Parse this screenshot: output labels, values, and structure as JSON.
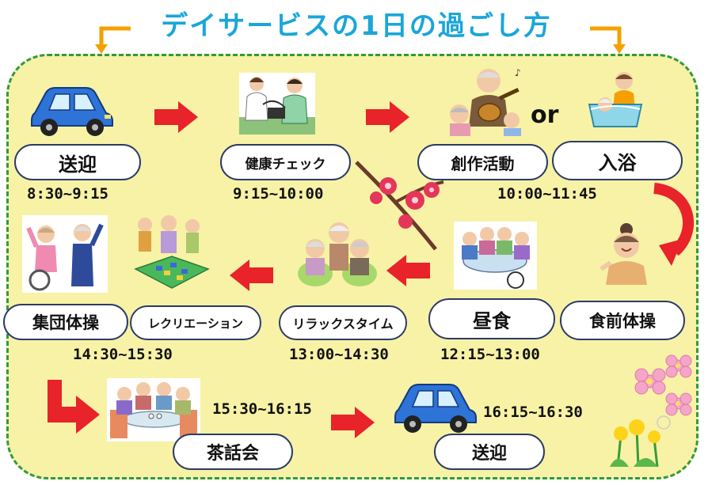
{
  "title": "デイサービスの1日の過ごし方",
  "colors": {
    "title": "#1aa6d9",
    "panel_bg": "#f7f2a6",
    "panel_border": "#2f9a45",
    "arrow_red": "#e8232a",
    "car_blue": "#2e73d6",
    "title_bracket": "#f5a000"
  },
  "connector_word": "or",
  "steps": {
    "pickup": {
      "label": "送迎",
      "time": "8:30~9:15"
    },
    "health_check": {
      "label": "健康チェック",
      "time": "9:15~10:00"
    },
    "creative": {
      "label": "創作活動"
    },
    "bath": {
      "label": "入浴"
    },
    "creative_bath_time": "10:00~11:45",
    "pre_meal_exercise": {
      "label": "食前体操"
    },
    "lunch": {
      "label": "昼食",
      "time": "12:15~13:00"
    },
    "relax": {
      "label": "リラックスタイム",
      "time": "13:00~14:30"
    },
    "group_exercise": {
      "label": "集団体操"
    },
    "recreation": {
      "label": "レクリエーション"
    },
    "group_rec_time": "14:30~15:30",
    "tea_party": {
      "label": "茶話会",
      "time": "15:30~16:15"
    },
    "dropoff": {
      "label": "送迎",
      "time": "16:15~16:30"
    }
  },
  "icons": [
    "car-icon",
    "stethoscope-doctor-icon",
    "guitar-singing-icon",
    "bath-icon",
    "elderly-woman-icon",
    "lunch-table-icon",
    "relaxing-elders-icon",
    "stretching-elders-icon",
    "board-game-icon",
    "tea-party-icon",
    "plum-blossom-icon",
    "pink-flowers-icon",
    "dandelion-icon"
  ]
}
